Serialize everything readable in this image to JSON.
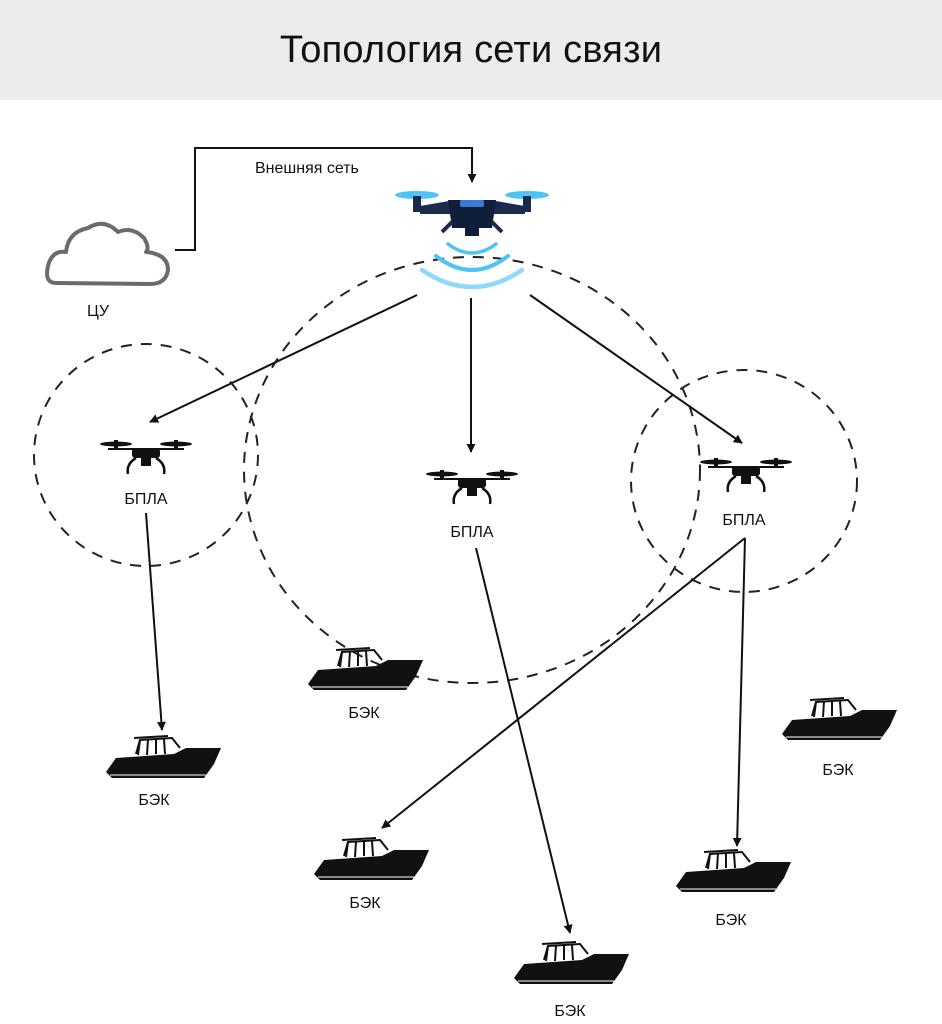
{
  "title": "Топология сети связи",
  "external_link_label": "Внешняя сеть",
  "control_center": {
    "label": "ЦУ",
    "icon": "cloud-icon"
  },
  "master_drone": {
    "icon": "drone-icon",
    "signal_color": "#4fc3f7",
    "body_color": "#1a2b4c"
  },
  "drones": [
    {
      "id": "uav-left",
      "label": "БПЛА",
      "icon": "drone-icon"
    },
    {
      "id": "uav-center",
      "label": "БПЛА",
      "icon": "drone-icon"
    },
    {
      "id": "uav-right",
      "label": "БПЛА",
      "icon": "drone-icon"
    }
  ],
  "boats": [
    {
      "id": "boat-1",
      "label": "БЭК",
      "icon": "boat-icon"
    },
    {
      "id": "boat-2",
      "label": "БЭК",
      "icon": "boat-icon"
    },
    {
      "id": "boat-3",
      "label": "БЭК",
      "icon": "boat-icon"
    },
    {
      "id": "boat-4",
      "label": "БЭК",
      "icon": "boat-icon"
    },
    {
      "id": "boat-5",
      "label": "БЭК",
      "icon": "boat-icon"
    },
    {
      "id": "boat-6",
      "label": "БЭК",
      "icon": "boat-icon"
    }
  ]
}
